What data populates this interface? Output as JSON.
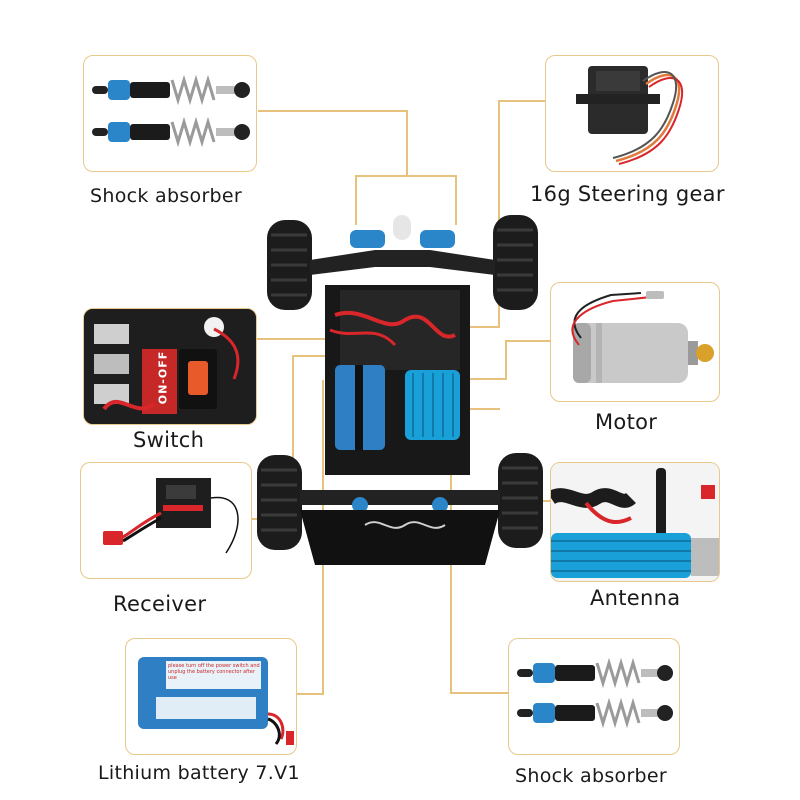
{
  "labels": {
    "shock_top": "Shock absorber",
    "steering": "16g Steering gear",
    "switch": "Switch",
    "motor": "Motor",
    "receiver": "Receiver",
    "antenna": "Antenna",
    "battery": "Lithium battery 7.V1",
    "shock_bottom": "Shock absorber"
  },
  "switch_text": "ON-OFF",
  "battery_text": "please turn off the power switch and unplug the battery connector after use",
  "colors": {
    "panel_border": "#e8c98a",
    "connector_line": "#e6c27d",
    "shock_blue": "#2a86c8",
    "battery_blue": "#2f7fc4",
    "heatsink_blue": "#1aa0d8",
    "wire_red": "#d8262a",
    "switch_orange": "#e85a2a"
  }
}
